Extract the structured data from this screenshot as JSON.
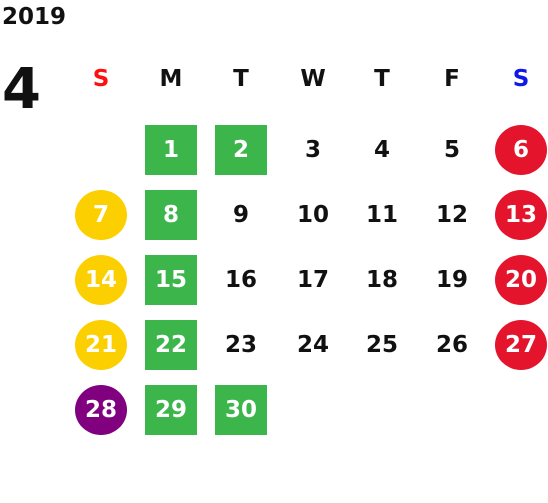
{
  "year": "2019",
  "month": "4",
  "weekday_headers": [
    "S",
    "M",
    "T",
    "W",
    "T",
    "F",
    "S"
  ],
  "colors": {
    "sunday_header": "#ff1010",
    "saturday_header": "#1018e8",
    "green": "#3cb54a",
    "red": "#e3142c",
    "yellow": "#fcd000",
    "purple": "#800080"
  },
  "weeks": [
    [
      null,
      {
        "d": "1",
        "mark": "green"
      },
      {
        "d": "2",
        "mark": "green"
      },
      {
        "d": "3"
      },
      {
        "d": "4"
      },
      {
        "d": "5"
      },
      {
        "d": "6",
        "mark": "red"
      }
    ],
    [
      {
        "d": "7",
        "mark": "yellow"
      },
      {
        "d": "8",
        "mark": "green"
      },
      {
        "d": "9"
      },
      {
        "d": "10"
      },
      {
        "d": "11"
      },
      {
        "d": "12"
      },
      {
        "d": "13",
        "mark": "red"
      }
    ],
    [
      {
        "d": "14",
        "mark": "yellow"
      },
      {
        "d": "15",
        "mark": "green"
      },
      {
        "d": "16"
      },
      {
        "d": "17"
      },
      {
        "d": "18"
      },
      {
        "d": "19"
      },
      {
        "d": "20",
        "mark": "red"
      }
    ],
    [
      {
        "d": "21",
        "mark": "yellow"
      },
      {
        "d": "22",
        "mark": "green"
      },
      {
        "d": "23"
      },
      {
        "d": "24"
      },
      {
        "d": "25"
      },
      {
        "d": "26"
      },
      {
        "d": "27",
        "mark": "red"
      }
    ],
    [
      {
        "d": "28",
        "mark": "purple"
      },
      {
        "d": "29",
        "mark": "green"
      },
      {
        "d": "30",
        "mark": "green"
      },
      null,
      null,
      null,
      null
    ]
  ]
}
